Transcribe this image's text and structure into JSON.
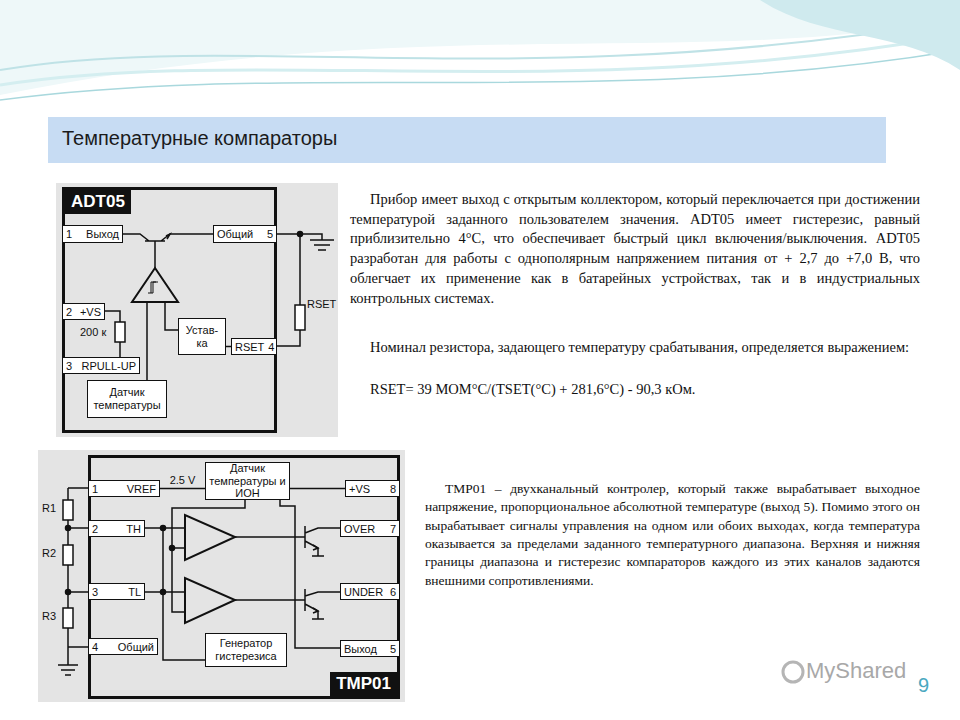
{
  "diagram": {
    "title": "Температурные компараторы",
    "nodes": [
      {
        "text": [
          "ADT05"
        ]
      },
      {
        "text": [
          "1",
          "Выход"
        ],
        "in": 0
      },
      {
        "text": [
          "Общий",
          "5"
        ],
        "in": 0
      },
      {
        "text": [
          "2",
          "+VS"
        ],
        "in": 0
      },
      {
        "text": [
          "3",
          "RPULL-UP"
        ],
        "in": 0
      },
      {
        "text": [
          "Устав-ка"
        ],
        "in": 0
      },
      {
        "text": [
          "RSET",
          "4"
        ],
        "in": 0
      },
      {
        "text": [
          "Датчик температуры"
        ],
        "in": 0
      },
      {
        "text": [
          "TMP01"
        ]
      },
      {
        "text": [
          "1",
          "VREF"
        ],
        "in": 8
      },
      {
        "text": [
          "Датчик температуры и ИОН"
        ],
        "in": 8
      },
      {
        "text": [
          "+VS",
          "8"
        ],
        "in": 8
      },
      {
        "text": [
          "2",
          "TH"
        ],
        "in": 8
      },
      {
        "text": [
          "OVER",
          "7"
        ],
        "in": 8
      },
      {
        "text": [
          "3",
          "TL"
        ],
        "in": 8
      },
      {
        "text": [
          "UNDER",
          "6"
        ],
        "in": 8
      },
      {
        "text": [
          "4",
          "Общий"
        ],
        "in": 8
      },
      {
        "text": [
          "Генератор гистерезиса"
        ],
        "in": 8
      },
      {
        "text": [
          "Выход",
          "5"
        ],
        "in": 8
      }
    ],
    "edges": [
      {
        "from": 5,
        "to": 6,
        "arrow": "none"
      },
      {
        "from": 9,
        "to": 10,
        "label": "2.5 V",
        "arrow": "none"
      },
      {
        "from": 10,
        "to": 11,
        "arrow": "none"
      }
    ],
    "labels": [
      "200 к",
      "RSET",
      "Прибор имеет выход с открытым коллектором, который переключается при достижении температурой заданного пользователем значения. ADT05 имеет гистерезис, равный приблизительно 4°С, что обеспечивает быстрый цикл включения/выключения. ADT05 разработан для работы с однополярным напряжением питания от + 2,7 до +7,0 В, что облегчает их применение как в батарейных устройствах, так и в индустриальных контрольных системах.",
      "Номинал резистора, задающего температуру срабатывания, определяется выражением:",
      "RSET= 39 МОМ°С/(TSET(°C) + 281,6°C) - 90,3 кОм.",
      "R1",
      "R2",
      "R3",
      "TMP01 – двухканальный контролер, который также вырабатывает выходное напряжение, пропорциональное абсолютной температуре (выход 5). Помимо этого он вырабатывает сигналы управления на одном или обоих выходах, когда температура оказывается за пределами заданного температурного диапазона. Верхняя и нижняя границы диапазона и гистерезис компараторов каждого из этих каналов задаются внешними сопротивлениями.",
      "MyShared",
      "9"
    ]
  }
}
